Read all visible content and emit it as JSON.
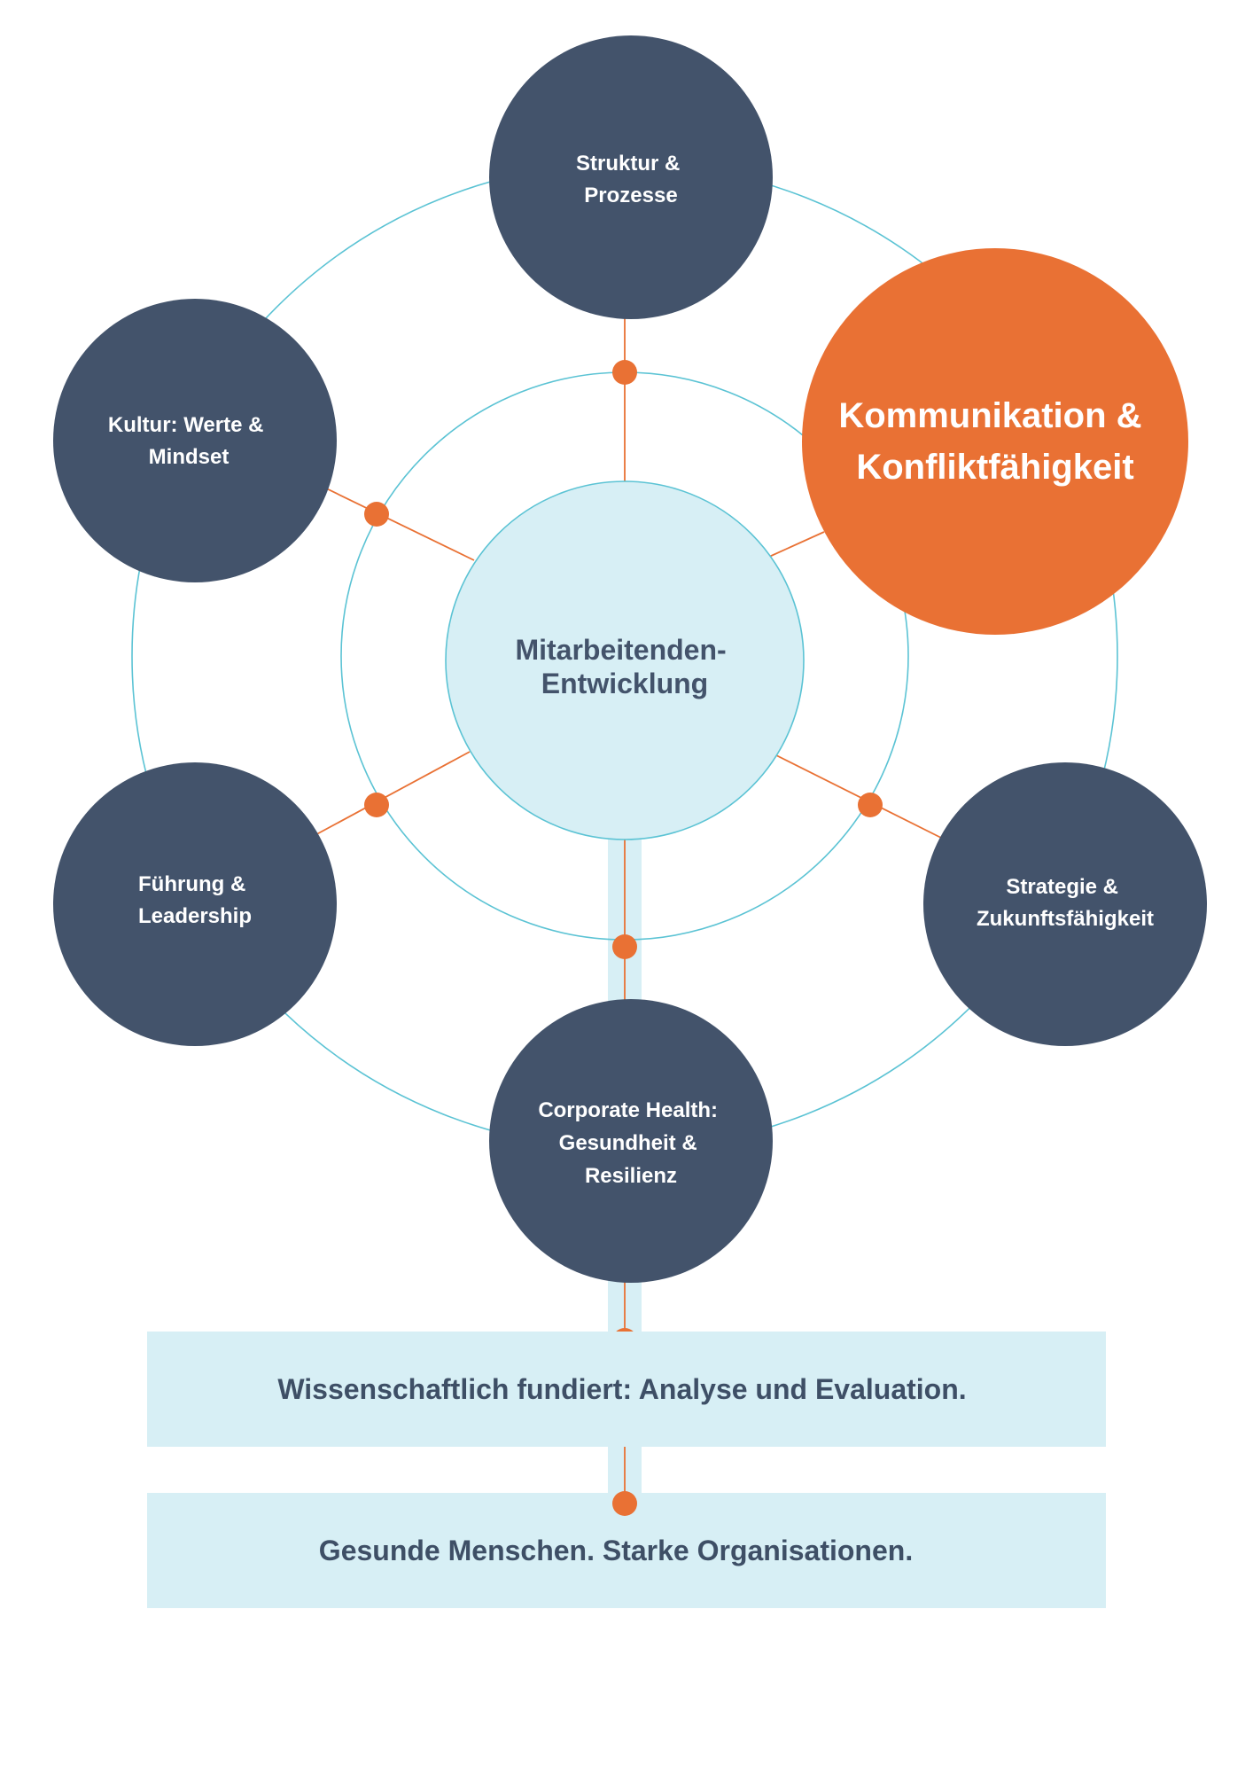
{
  "diagram": {
    "center": {
      "lines": [
        "Mitarbeitenden-",
        "Entwicklung"
      ]
    },
    "nodes": [
      {
        "id": "struktur",
        "lines": [
          "Struktur &",
          "Prozesse"
        ],
        "highlight": false
      },
      {
        "id": "kommunikation",
        "lines": [
          "Kommunikation &",
          "Konfliktfähigkeit"
        ],
        "highlight": true
      },
      {
        "id": "strategie",
        "lines": [
          "Strategie &",
          "Zukunftsfähigkeit"
        ],
        "highlight": false
      },
      {
        "id": "health",
        "lines": [
          "Corporate Health:",
          "Gesundheit &",
          "Resilienz"
        ],
        "highlight": false
      },
      {
        "id": "fuehrung",
        "lines": [
          "Führung &",
          "Leadership"
        ],
        "highlight": false
      },
      {
        "id": "kultur",
        "lines": [
          "Kultur: Werte &",
          "Mindset"
        ],
        "highlight": false
      }
    ]
  },
  "banners": {
    "analysis": "Wissenschaftlich fundiert: Analyse und Evaluation.",
    "slogan": "Gesunde Menschen. Starke Organisationen."
  },
  "colors": {
    "node_dark": "#43536b",
    "highlight": "#e97134",
    "center_fill": "#d7eff5",
    "ring": "#5bc3d4",
    "connector": "#e97134",
    "banner_bg": "#d7eff5",
    "banner_text": "#3e4f66"
  }
}
